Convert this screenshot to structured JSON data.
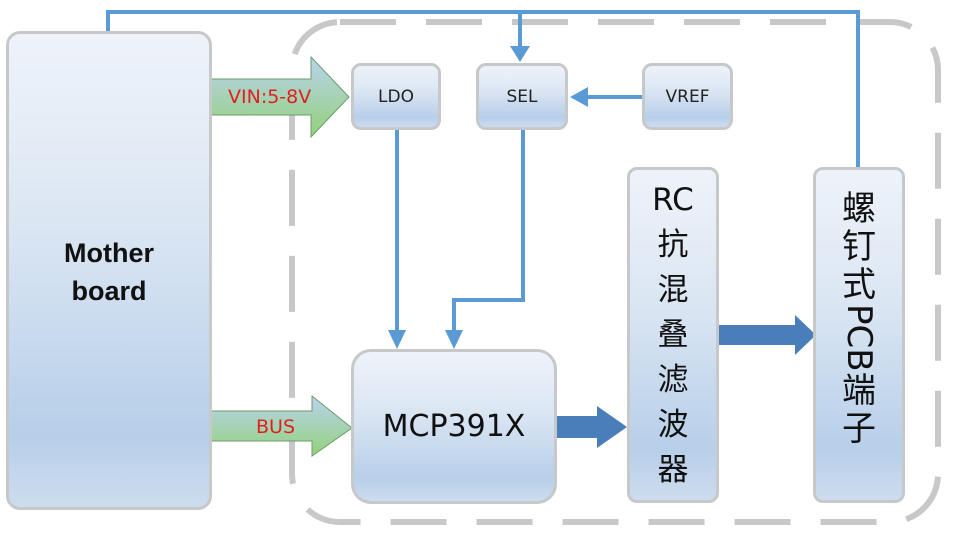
{
  "blocks": {
    "motherboard": {
      "line1": "Mother",
      "line2": "board"
    },
    "ldo": {
      "label": "LDO"
    },
    "sel": {
      "label": "SEL"
    },
    "vref": {
      "label": "VREF"
    },
    "adc": {
      "label": "MCP391X"
    },
    "filter": {
      "prefix": "RC",
      "chars": [
        "抗",
        "混",
        "叠",
        "滤",
        "波",
        "器"
      ]
    },
    "terminal": {
      "chars_top": [
        "螺",
        "钉",
        "式"
      ],
      "latin": "PCB",
      "chars_bottom": [
        "端",
        "子"
      ]
    }
  },
  "arrows": {
    "vin": {
      "label": "VIN:5-8V"
    },
    "bus": {
      "label": "BUS"
    }
  },
  "colors": {
    "line": "#5b9bd5",
    "thick_arrow": "#4a7ebb",
    "label_red": "#e02020",
    "dashed_border": "#c8c8c8",
    "box_border": "#c6c8ca"
  }
}
